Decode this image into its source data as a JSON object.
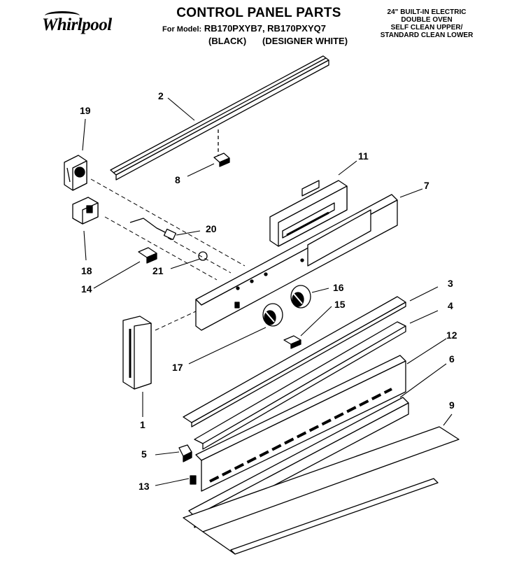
{
  "brand": "Whirlpool",
  "title": "CONTROL PANEL PARTS",
  "models": {
    "label": "For Model:",
    "numbers": "RB170PXYB7, RB170PXYQ7",
    "finish_black": "(BLACK)",
    "finish_white": "(DESIGNER WHITE)"
  },
  "description": [
    "24\" BUILT-IN ELECTRIC",
    "DOUBLE OVEN",
    "SELF CLEAN UPPER/",
    "STANDARD CLEAN LOWER"
  ],
  "callouts": [
    "19",
    "2",
    "8",
    "11",
    "7",
    "20",
    "18",
    "21",
    "14",
    "16",
    "3",
    "15",
    "4",
    "17",
    "12",
    "6",
    "1",
    "9",
    "5",
    "13"
  ]
}
